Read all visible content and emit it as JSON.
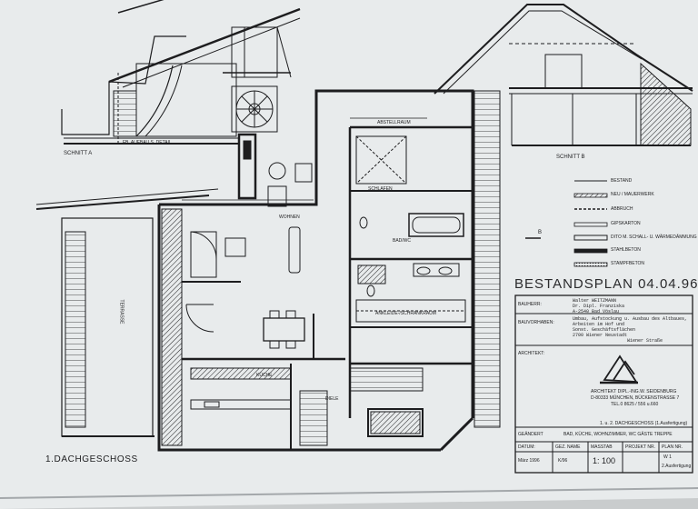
{
  "sheet": {
    "title": "BESTANDSPLAN 04.04.96",
    "floor_label": "1.DACHGESCHOSS",
    "section_a": "SCHNITT A",
    "section_b": "SCHNITT B",
    "section_marker": "B",
    "section_note": "FB. AUFBAU S. DETAIL",
    "paper_color": "#e8ebec",
    "ink_color": "#1d1d1f"
  },
  "legend": [
    {
      "label": "BESTAND",
      "pattern": "thin"
    },
    {
      "label": "NEU / MAUERWERK",
      "pattern": "dense"
    },
    {
      "label": "ABBRUCH",
      "pattern": "dashed"
    },
    {
      "label": "GIPSKARTON",
      "pattern": "hatch"
    },
    {
      "label": "DITO M. SCHALL- U. WÄRMEDÄMMUNG",
      "pattern": "double"
    },
    {
      "label": "STAHLBETON",
      "pattern": "solid"
    },
    {
      "label": "STAMPFBETON",
      "pattern": "dots"
    }
  ],
  "rooms": {
    "wohnen": "WOHNEN",
    "schlafen": "SCHLAFEN",
    "bad": "BAD/WC",
    "ankleide": "ANKLEIDE-/SCHRANKRAUM",
    "kueche": "KÜCHE",
    "diele": "DIELE",
    "terrasse": "TERRASSE",
    "abstellraum": "ABSTELLRAUM"
  },
  "info": {
    "bauherr_label": "BAUHERR:",
    "bauherr_value": "Walter WEITZMANN",
    "bauherr_line2": "Dr. Dipl. Franziska",
    "bauherr_line3": "A-2540 Bad Vöslau",
    "vorhaben_label": "BAUVORHABEN:",
    "vorhaben_line1": "Umbau, Aufstockung u. Ausbau des Altbaues,",
    "vorhaben_line2": "Arbeiten im Hof und",
    "vorhaben_line3": "Sonst. Geschäftsflächen",
    "vorhaben_line4": "2700 Wiener Neustadt",
    "vorhaben_line5": "Wiener Straße",
    "architekt_label": "ARCHITEKT:",
    "architekt_line1": "ARCHITEKT DIPL.-ING.W. SEIDENBURG",
    "architekt_line2": "D-80333 MÜNCHEN, BÜCKENSTRASSE 7",
    "architekt_line3": "TEL.0 8625 / 556 u.660",
    "plan_note": "1. u. 2. DACHGESCHOSS (1.Ausfertigung)",
    "geaendert_label": "GEÄNDERT",
    "geaendert_value": "BAD, KÜCHE, WOHNZIMMER, WC GÄSTE TREPPE",
    "datum_label": "DATUM:",
    "gez_label": "GEZ. NAME",
    "massstab_label": "MASSTAB",
    "projekt_label": "PROJEKT NR.",
    "plannr_label": "PLAN NR.",
    "datum_value": "März 1996",
    "gez_value": "K/96",
    "massstab_value": "1: 100",
    "plannr_value": "W 1",
    "ausfertigung": "2.Ausfertigung"
  }
}
